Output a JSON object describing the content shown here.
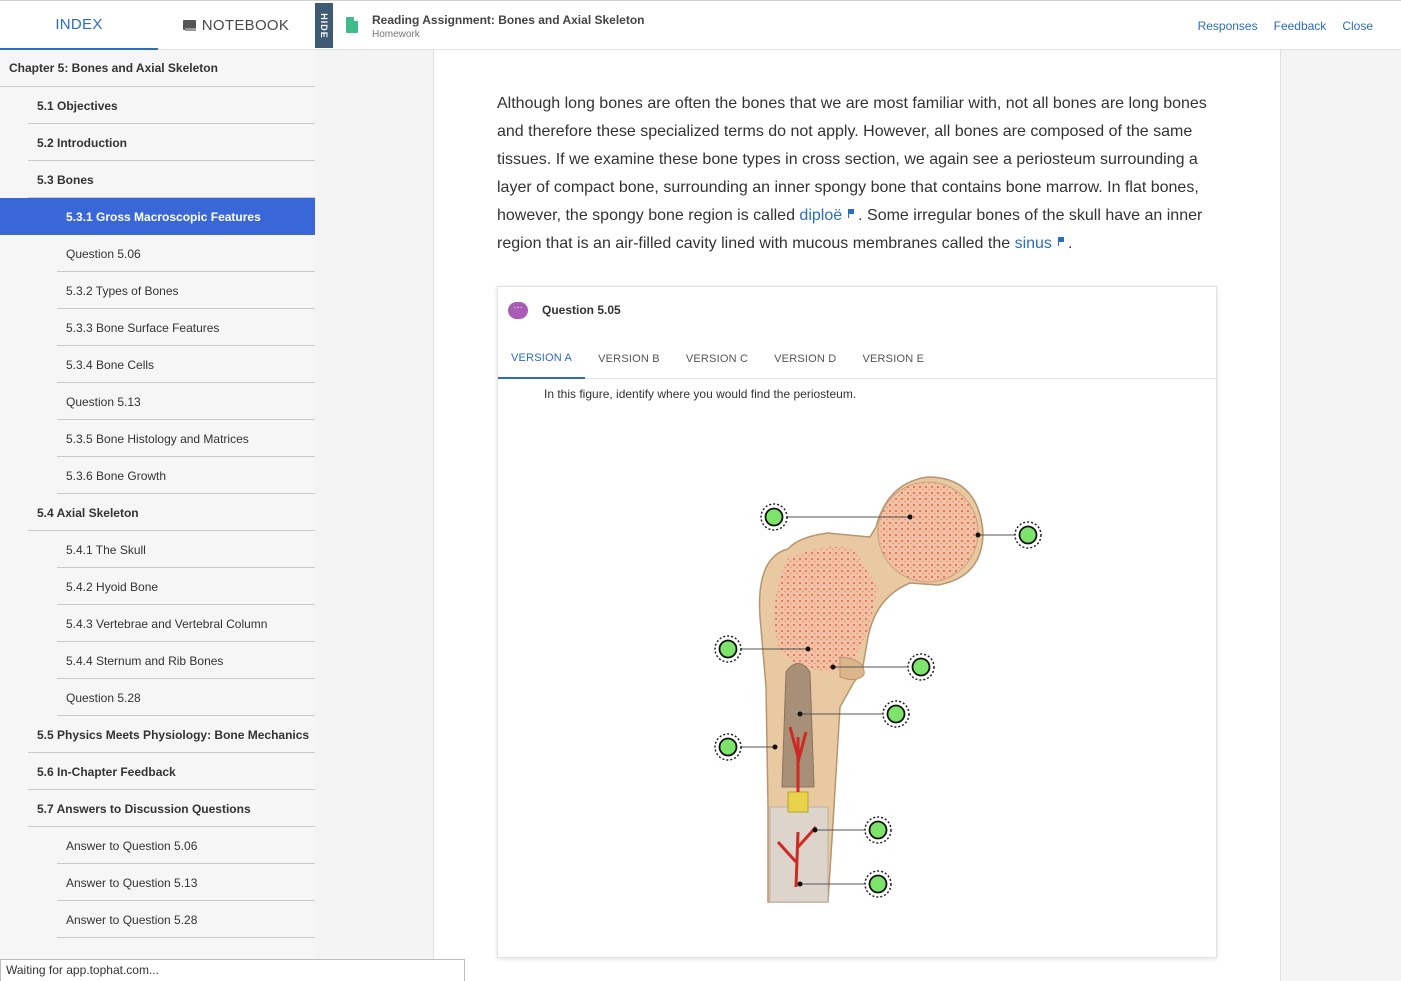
{
  "tabs": {
    "index": "INDEX",
    "notebook": "NOTEBOOK"
  },
  "hide_label": "HIDE",
  "assignment": {
    "title": "Reading Assignment: Bones and Axial Skeleton",
    "subtitle": "Homework"
  },
  "links": {
    "responses": "Responses",
    "feedback": "Feedback",
    "close": "Close"
  },
  "chapter": "Chapter 5: Bones and Axial Skeleton",
  "nav": [
    {
      "label": "5.1 Objectives",
      "level": 1,
      "active": false
    },
    {
      "label": "5.2 Introduction",
      "level": 1,
      "active": false
    },
    {
      "label": "5.3 Bones",
      "level": 1,
      "active": false
    },
    {
      "label": "5.3.1 Gross Macroscopic Features",
      "level": 2,
      "active": true
    },
    {
      "label": "Question 5.06",
      "level": 2,
      "active": false
    },
    {
      "label": "5.3.2 Types of Bones",
      "level": 2,
      "active": false
    },
    {
      "label": "5.3.3 Bone Surface Features",
      "level": 2,
      "active": false
    },
    {
      "label": "5.3.4 Bone Cells",
      "level": 2,
      "active": false
    },
    {
      "label": "Question 5.13",
      "level": 2,
      "active": false
    },
    {
      "label": "5.3.5 Bone Histology and Matrices",
      "level": 2,
      "active": false
    },
    {
      "label": "5.3.6 Bone Growth",
      "level": 2,
      "active": false
    },
    {
      "label": "5.4 Axial Skeleton",
      "level": 1,
      "active": false
    },
    {
      "label": "5.4.1 The Skull",
      "level": 2,
      "active": false
    },
    {
      "label": "5.4.2 Hyoid Bone",
      "level": 2,
      "active": false
    },
    {
      "label": "5.4.3 Vertebrae and Vertebral Column",
      "level": 2,
      "active": false
    },
    {
      "label": "5.4.4 Sternum and Rib Bones",
      "level": 2,
      "active": false
    },
    {
      "label": "Question 5.28",
      "level": 2,
      "active": false
    },
    {
      "label": "5.5 Physics Meets Physiology: Bone Mechanics",
      "level": 1,
      "active": false
    },
    {
      "label": "5.6 In-Chapter Feedback",
      "level": 1,
      "active": false
    },
    {
      "label": "5.7 Answers to Discussion Questions",
      "level": 1,
      "active": false
    },
    {
      "label": "Answer to Question 5.06",
      "level": 2,
      "active": false
    },
    {
      "label": "Answer to Question 5.13",
      "level": 2,
      "active": false
    },
    {
      "label": "Answer to Question 5.28",
      "level": 2,
      "active": false
    }
  ],
  "paragraph": {
    "part1": "Although long bones are often the bones that we are most familiar with, not all bones are long bones and therefore these specialized terms do not apply. However, all bones are composed of the same tissues. If we examine these bone types in cross section, we again see a periosteum surrounding a layer of compact bone, surrounding an inner spongy bone that contains bone marrow. In flat bones, however, the spongy bone region is called ",
    "term1": "diploë",
    "part2": ". Some irregular bones of the skull have an inner region that is an air-filled cavity lined with mucous membranes called the ",
    "term2": "sinus",
    "part3": "."
  },
  "question": {
    "icon": "chat-bubble-icon",
    "title": "Question 5.05",
    "versions": [
      "VERSION A",
      "VERSION B",
      "VERSION C",
      "VERSION D",
      "VERSION E"
    ],
    "active_version": 0,
    "prompt": "In this figure, identify where you would find the periosteum."
  },
  "status": "Waiting for app.tophat.com...",
  "colors": {
    "accent": "#2b6cc4",
    "active_nav": "#3a67d8",
    "hotspot": "#7de46b",
    "hide_handle": "#3f5a73",
    "doc_icon": "#3dbb8b"
  }
}
